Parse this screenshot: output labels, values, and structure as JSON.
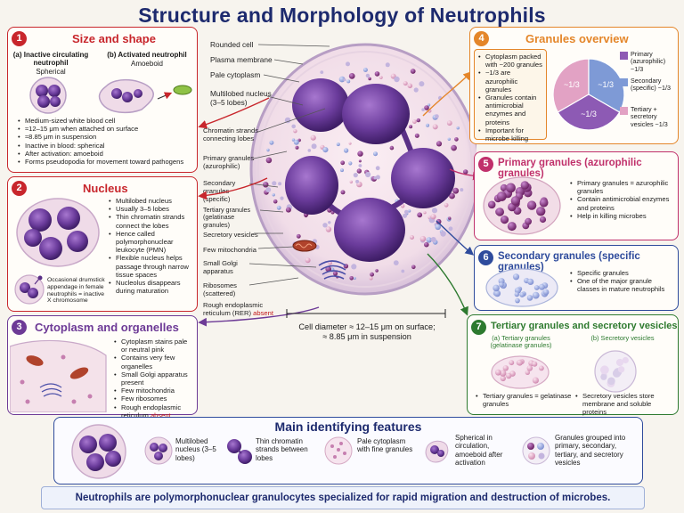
{
  "title": "Structure and Morphology of Neutrophils",
  "colors": {
    "red": "#c8262c",
    "purple": "#6d3a96",
    "orange": "#e4862a",
    "magenta": "#c0306b",
    "blue": "#2e4b9c",
    "green": "#2d7a2f",
    "navy": "#1d2a6e"
  },
  "panel1": {
    "num": "1",
    "title": "Size and shape",
    "a_label": "(a) Inactive circulating neutrophil",
    "a_sub": "Spherical",
    "b_label": "(b) Activated neutrophil",
    "b_sub": "Amoeboid",
    "bullets": [
      "Medium-sized white blood cell",
      "≈12–15 μm when attached on surface",
      "≈8.85 μm in suspension",
      "Inactive in blood: spherical",
      "After activation: amoeboid",
      "Forms pseudopodia for movement toward pathogens"
    ]
  },
  "panel2": {
    "num": "2",
    "title": "Nucleus",
    "bullets": [
      "Multilobed nucleus",
      "Usually 3–5 lobes",
      "Thin chromatin strands connect the lobes",
      "Hence called polymorphonuclear leukocyte (PMN)",
      "Flexible nucleus helps passage through narrow tissue spaces",
      "Nucleolus disappears during maturation"
    ],
    "drumstick": "Occasional drumstick appendage in female neutrophils = inactive X chromosome"
  },
  "panel3": {
    "num": "3",
    "title": "Cytoplasm and organelles",
    "bullets": [
      "Cytoplasm stains pale or neutral pink",
      "Contains very few organelles",
      "Small Golgi apparatus present",
      "Few mitochondria",
      "Few ribosomes",
      "Rough endoplasmic reticulum"
    ],
    "absent": "absent"
  },
  "center_labels": [
    "Rounded cell",
    "Plasma membrane",
    "Pale cytoplasm",
    "Multilobed nucleus (3–5 lobes)",
    "Chromatin strands connecting lobes",
    "Primary granules (azurophilic)",
    "Secondary granules (specific)",
    "Tertiary granules (gelatinase granules)",
    "Secretory vesicles",
    "Few mitochondria",
    "Small Golgi apparatus",
    "Ribosomes (scattered)",
    "Rough endoplasmic reticulum (RER)"
  ],
  "rer_absent": "absent",
  "diameter": {
    "line1": "Cell diameter ≈ 12–15 μm on surface;",
    "line2": "≈ 8.85 μm in suspension"
  },
  "panel4": {
    "num": "4",
    "title": "Granules overview",
    "bullets": [
      "Cytoplasm packed with ~200 granules",
      "~1/3 are azurophilic granules",
      "Granules contain antimicrobial enzymes and proteins",
      "Important for microbe killing"
    ],
    "pie_labels": [
      "~1/3",
      "~1/3",
      "~1/3"
    ],
    "legend": [
      {
        "label": "Primary (azurophilic) ~1/3",
        "color": "#8d5ab4"
      },
      {
        "label": "Secondary (specific) ~1/3",
        "color": "#7e9ad6"
      },
      {
        "label": "Tertiary + secretory vesicles ~1/3",
        "color": "#e2a2c4"
      }
    ]
  },
  "panel5": {
    "num": "5",
    "title": "Primary granules (azurophilic granules)",
    "bullets": [
      "Primary granules = azurophilic granules",
      "Contain antimicrobial enzymes and proteins",
      "Help in killing microbes"
    ]
  },
  "panel6": {
    "num": "6",
    "title": "Secondary granules (specific granules)",
    "bullets": [
      "Specific granules",
      "One of the major granule classes in mature neutrophils"
    ]
  },
  "panel7": {
    "num": "7",
    "title": "Tertiary granules and secretory vesicles",
    "a_label": "(a) Tertiary granules (gelatinase granules)",
    "b_label": "(b) Secretory vesicles",
    "a_bullet": "Tertiary granules = gelatinase granules",
    "b_bullet": "Secretory vesicles store membrane and soluble proteins"
  },
  "features": {
    "title": "Main identifying features",
    "items": [
      "Multilobed nucleus (3–5 lobes)",
      "Thin chromatin strands between lobes",
      "Pale cytoplasm with fine granules",
      "Spherical in circulation, amoeboid after activation",
      "Granules grouped into primary, secondary, tertiary, and secretory vesicles"
    ]
  },
  "footer": "Neutrophils are polymorphonuclear granulocytes specialized for rapid migration and destruction of microbes."
}
